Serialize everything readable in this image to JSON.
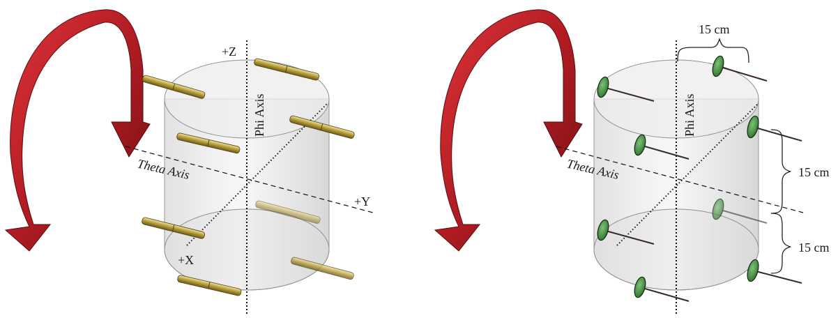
{
  "left_panel": {
    "z_label": "+Z",
    "y_label": "+Y",
    "x_label": "+X",
    "phi_label": "Phi Axis",
    "theta_label": "Theta Axis"
  },
  "right_panel": {
    "phi_label": "Phi Axis",
    "theta_label": "Theta Axis",
    "top_dimension": "15 cm",
    "upper_dimension": "15 cm",
    "lower_dimension": "15 cm"
  },
  "colors": {
    "arrow": "#b01c22",
    "rod": "#c8b04a",
    "disk": "#4f9a4a",
    "cylinder": "#e2e2e2"
  }
}
